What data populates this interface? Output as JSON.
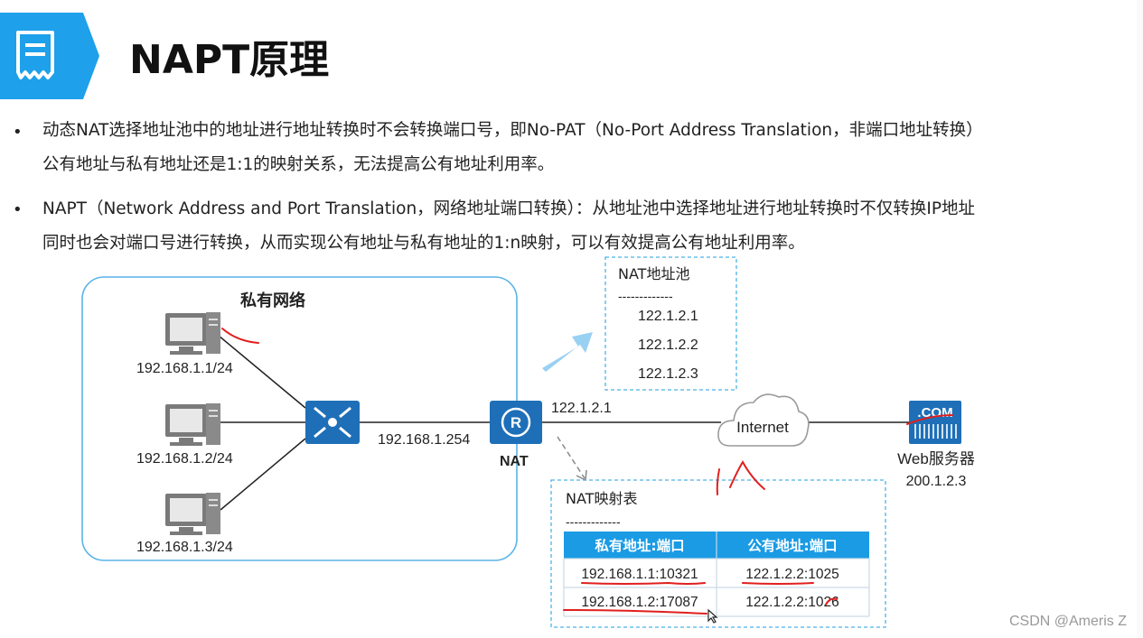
{
  "title": "NAPT原理",
  "bullets": [
    {
      "line1": "动态NAT选择地址池中的地址进行地址转换时不会转换端口号，即No-PAT（No-Port Address Translation，非端口地址转换）",
      "line2": "公有地址与私有地址还是1:1的映射关系，无法提高公有地址利用率。"
    },
    {
      "line1": "NAPT（Network Address and Port Translation，网络地址端口转换）：从地址池中选择地址进行地址转换时不仅转换IP地址",
      "line2": "同时也会对端口号进行转换，从而实现公有地址与私有地址的1:n映射，可以有效提高公有地址利用率。"
    }
  ],
  "diagram": {
    "private_network_label": "私有网络",
    "hosts": [
      "192.168.1.1/24",
      "192.168.1.2/24",
      "192.168.1.3/24"
    ],
    "switch_icon": "switch-icon",
    "gateway_ip": "192.168.1.254",
    "router_label": "NAT",
    "router_public_ip": "122.1.2.1",
    "internet_label": "Internet",
    "server_badge": ".COM",
    "server_label": "Web服务器",
    "server_ip": "200.1.2.3",
    "pool": {
      "title": "NAT地址池",
      "separator": "-------------",
      "addresses": [
        "122.1.2.1",
        "122.1.2.2",
        "122.1.2.3"
      ]
    },
    "mapping": {
      "title": "NAT映射表",
      "separator": "-------------",
      "headers": [
        "私有地址:端口",
        "公有地址:端口"
      ],
      "rows": [
        [
          "192.168.1.1:10321",
          "122.1.2.2:1025"
        ],
        [
          "192.168.1.2:17087",
          "122.1.2.2:1026"
        ]
      ]
    },
    "colors": {
      "accent": "#1e9be6",
      "box_border": "#4db2e8",
      "table_header": "#1a9be4",
      "annotation": "#e0201e"
    }
  },
  "watermark": "CSDN @Ameris Z"
}
